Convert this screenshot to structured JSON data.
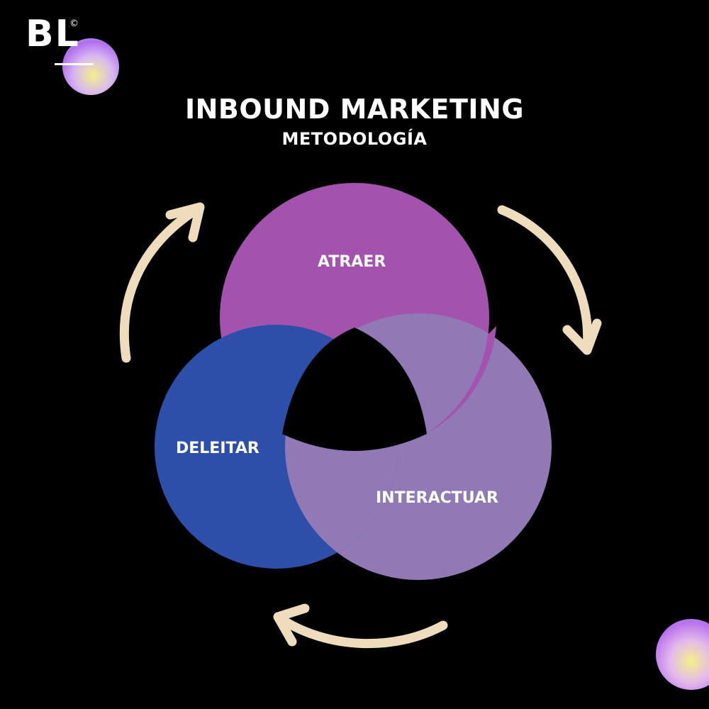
{
  "logo": {
    "text": "BL",
    "mark": "©"
  },
  "header": {
    "title": "INBOUND MARKETING",
    "subtitle": "METODOLOGÍA"
  },
  "stages": [
    {
      "label": "ATRAER",
      "color": "#a352ae"
    },
    {
      "label": "INTERACTUAR",
      "color": "#9079b5"
    },
    {
      "label": "DELEITAR",
      "color": "#2e4fa9"
    }
  ],
  "colors": {
    "background": "#000000",
    "arrow": "#efdcbd",
    "text": "#ffffff"
  }
}
